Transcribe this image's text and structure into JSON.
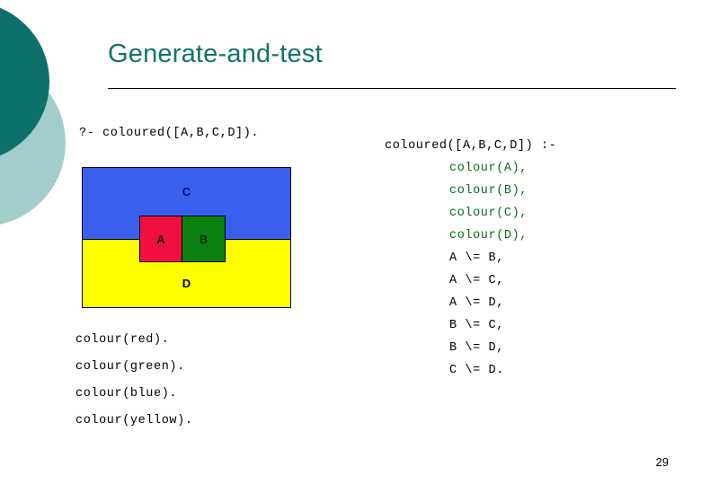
{
  "slide": {
    "title": "Generate-and-test",
    "page_number": "29",
    "title_color": "#13726c",
    "deco_dark_color": "#0b706a",
    "deco_light_color": "#a3cdca"
  },
  "query": {
    "text": "?- coloured([A,B,C,D])."
  },
  "map": {
    "regions": [
      {
        "name": "C",
        "label": "C",
        "colour": "blue",
        "hex": "#3a5fef"
      },
      {
        "name": "D",
        "label": "D",
        "colour": "yellow",
        "hex": "#ffff00"
      },
      {
        "name": "A",
        "label": "A",
        "colour": "red",
        "hex": "#f0103f"
      },
      {
        "name": "B",
        "label": "B",
        "colour": "green",
        "hex": "#0a8010"
      }
    ]
  },
  "facts": [
    {
      "text": "colour(red)."
    },
    {
      "text": "colour(green)."
    },
    {
      "text": "colour(blue)."
    },
    {
      "text": "colour(yellow)."
    }
  ],
  "clause": {
    "head": "coloured([A,B,C,D]) :-",
    "goals": [
      {
        "text": "colour(A),"
      },
      {
        "text": "colour(B),"
      },
      {
        "text": "colour(C),"
      },
      {
        "text": "colour(D),"
      }
    ],
    "constraints": [
      {
        "text": "A \\= B,"
      },
      {
        "text": "A \\= C,"
      },
      {
        "text": "A \\= D,"
      },
      {
        "text": "B \\= C,"
      },
      {
        "text": "B \\= D,"
      },
      {
        "text": "C \\= D."
      }
    ],
    "goal_color": "#0a6e18"
  }
}
